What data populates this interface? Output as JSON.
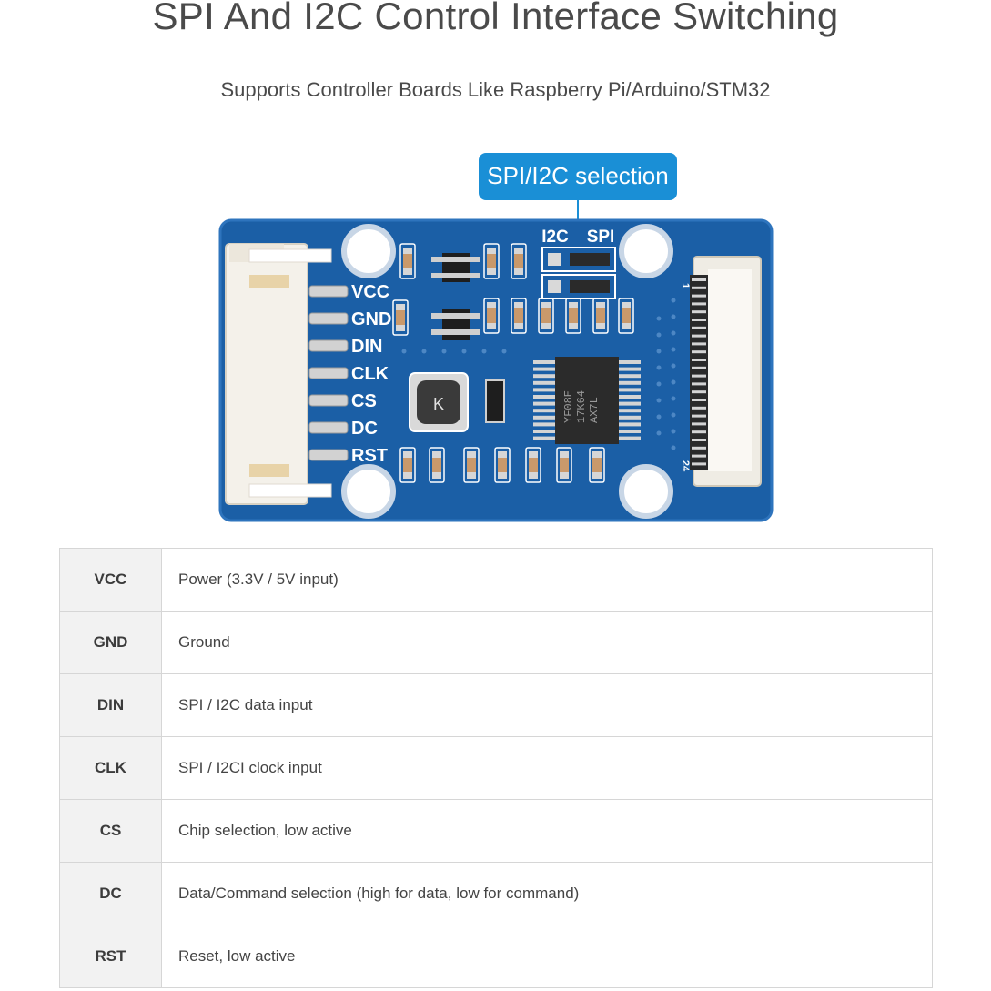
{
  "header": {
    "title": "SPI And I2C Control Interface Switching",
    "subtitle": "Supports Controller Boards Like Raspberry Pi/Arduino/STM32"
  },
  "board": {
    "callout": "SPI/I2C selection",
    "jumper_labels": {
      "i2c": "I2C",
      "spi": "SPI"
    },
    "connector_pins": [
      "VCC",
      "GND",
      "DIN",
      "CLK",
      "CS",
      "DC",
      "RST"
    ],
    "fpc_pin_first": "1",
    "fpc_pin_last": "24",
    "ic_marking": [
      "YF08E",
      "17K64",
      "AX7L"
    ],
    "inductor_mark": "K",
    "colors": {
      "pcb": "#1b5fa6",
      "callout": "#1a8fd6",
      "silkscreen": "#ffffff"
    }
  },
  "pin_table": [
    {
      "pin": "VCC",
      "description": "Power (3.3V / 5V input)"
    },
    {
      "pin": "GND",
      "description": "Ground"
    },
    {
      "pin": "DIN",
      "description": "SPI / I2C data input"
    },
    {
      "pin": "CLK",
      "description": "SPI / I2CI clock input"
    },
    {
      "pin": "CS",
      "description": "Chip selection, low active"
    },
    {
      "pin": "DC",
      "description": "Data/Command selection (high for data, low for command)"
    },
    {
      "pin": "RST",
      "description": "Reset, low active"
    }
  ]
}
